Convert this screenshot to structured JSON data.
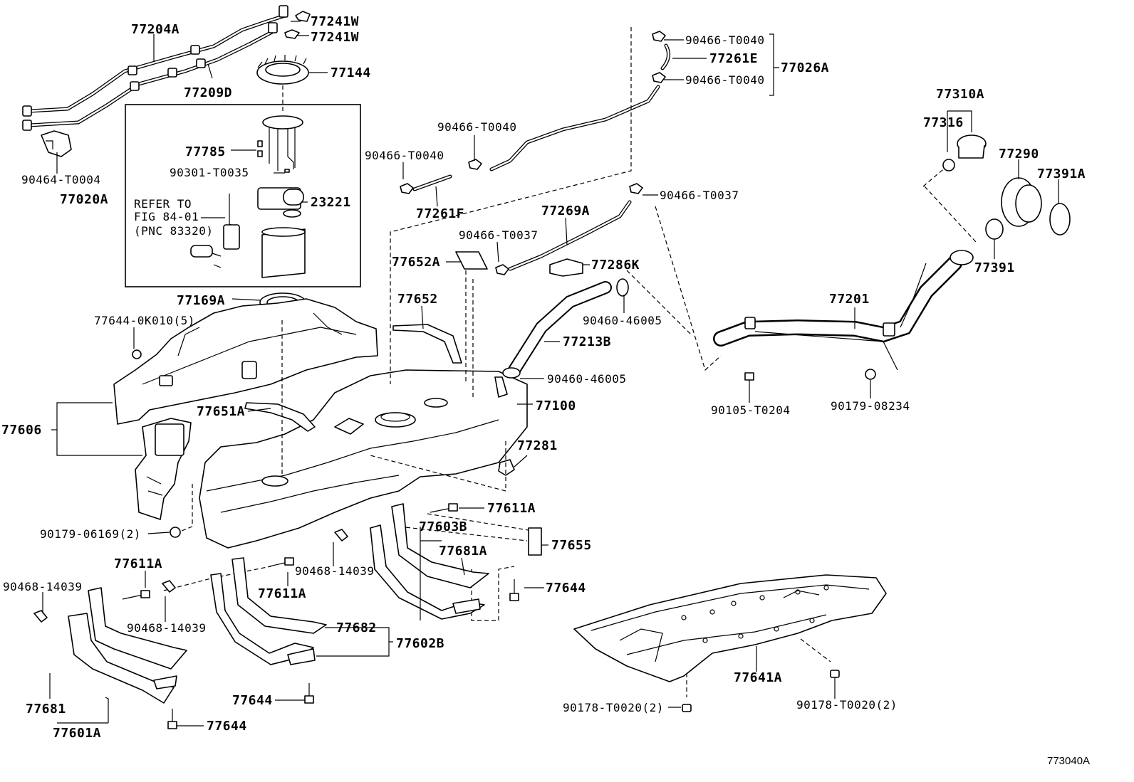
{
  "figure_id": "773040A",
  "note": {
    "line1": "REFER TO",
    "line2": "FIG 84-01",
    "line3": "(PNC 83320)"
  },
  "labels": {
    "p77204A": "77204A",
    "p77241W_1": "77241W",
    "p77241W_2": "77241W",
    "p77144": "77144",
    "p77209D": "77209D",
    "p90464T0004": "90464-T0004",
    "p77020A": "77020A",
    "p77785": "77785",
    "p90301T0035": "90301-T0035",
    "p23221": "23221",
    "p77169A": "77169A",
    "p776440K010": "77644-0K010(5)",
    "p77606": "77606",
    "p77651A": "77651A",
    "p90179_06169": "90179-06169(2)",
    "p90466T0040_a": "90466-T0040",
    "p77261E": "77261E",
    "p77026A": "77026A",
    "p90466T0040_b": "90466-T0040",
    "p90466T0040_c": "90466-T0040",
    "p90466T0040_d": "90466-T0040",
    "p77261F": "77261F",
    "p90466T0037_a": "90466-T0037",
    "p77269A": "77269A",
    "p90466T0037_b": "90466-T0037",
    "p77652A": "77652A",
    "p77286K": "77286K",
    "p77652": "77652",
    "p90460_46005_a": "90460-46005",
    "p77213B": "77213B",
    "p90460_46005_b": "90460-46005",
    "p77100": "77100",
    "p77281": "77281",
    "p77611A_a": "77611A",
    "p77603B": "77603B",
    "p77681A": "77681A",
    "p77655": "77655",
    "p90468_14039_a": "90468-14039",
    "p77644_a": "77644",
    "p77611A_b": "77611A",
    "p90468_14039_b": "90468-14039",
    "p77611A_c": "77611A",
    "p90468_14039_c": "90468-14039",
    "p77682": "77682",
    "p77602B": "77602B",
    "p77644_b": "77644",
    "p77681": "77681",
    "p77601A": "77601A",
    "p77644_c": "77644",
    "p77310A": "77310A",
    "p77316": "77316",
    "p77290": "77290",
    "p77391A": "77391A",
    "p77391": "77391",
    "p77201": "77201",
    "p90105T0204": "90105-T0204",
    "p90179_08234": "90179-08234",
    "p77641A": "77641A",
    "p90178T0020_a": "90178-T0020(2)",
    "p90178T0020_b": "90178-T0020(2)"
  }
}
